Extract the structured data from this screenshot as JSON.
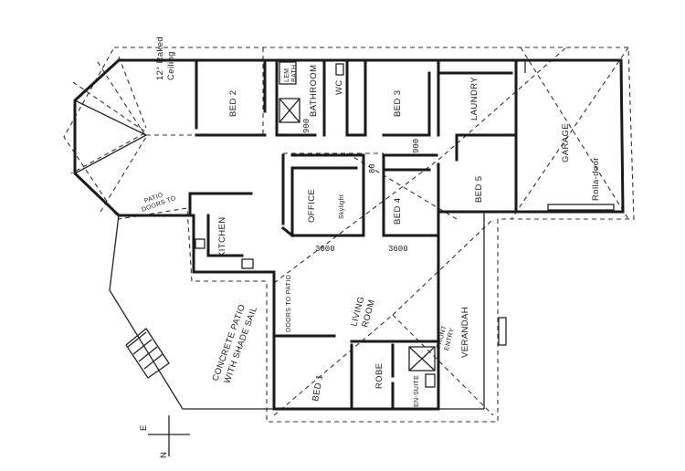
{
  "rooms": {
    "ceiling": [
      "12° Raked",
      "Ceiling"
    ],
    "bed2": "BED 2",
    "bed1_top_small": [
      "LEM",
      "BATH"
    ],
    "bathroom": "BATHROOM",
    "wc": "WC",
    "bed3": "BED 3",
    "laundry": "LAUNDRY",
    "garage": "GARAGE",
    "rolla_door": "Rolla-door",
    "bed5": "BED 5",
    "office": "OFFICE",
    "skylight": "Skylight",
    "bed4": "BED 4",
    "kitchen": "KITCHEN",
    "doors_patio_top": [
      "DOORS TO",
      "PATIO"
    ],
    "doors_patio_mid": "DOORS TO PATIO",
    "living": [
      "LIVING",
      "ROOM"
    ],
    "front_entry": [
      "FRONT",
      "ENTRY"
    ],
    "verandah": "VERANDAH",
    "concrete_patio": [
      "CONCRETE PATIO",
      "WITH SHADE SAIL"
    ],
    "bed1": "BED 1",
    "robe": "ROBE",
    "ensuite": "EN-SUITE"
  },
  "dimensions": {
    "bath_dim": "900",
    "bed4_dim": "900",
    "dim_left": "3000",
    "dim_right": "3600",
    "small_80": "80"
  },
  "compass": {
    "e": "E",
    "n": "N"
  }
}
